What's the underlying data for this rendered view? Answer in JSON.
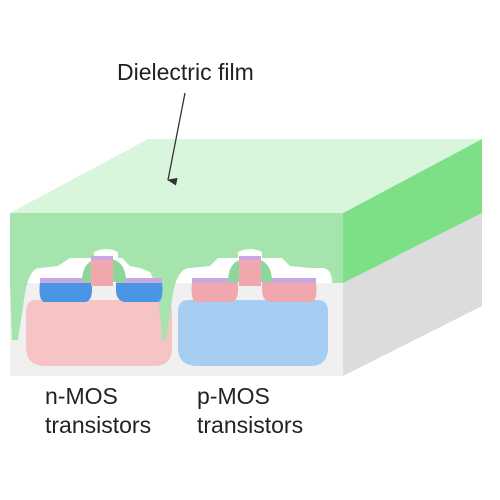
{
  "labels": {
    "dielectric_film": "Dielectric film",
    "nmos_line1": "n-MOS",
    "nmos_line2": "transistors",
    "pmos_line1": "p-MOS",
    "pmos_line2": "transistors"
  },
  "colors": {
    "film_top": "#d9f6dd",
    "film_front": "#a5e4ad",
    "film_side": "#7ddf86",
    "substrate_front": "#f0f0f0",
    "substrate_side": "#dcdcdc",
    "n_well": "#f6c4c4",
    "p_well": "#a6cdf2",
    "n_diffusion": "#4a96e4",
    "p_diffusion": "#f0a8ae",
    "spacer": "#8fd69a",
    "gate_top": "#c9a7e0",
    "arrow": "#333333"
  }
}
